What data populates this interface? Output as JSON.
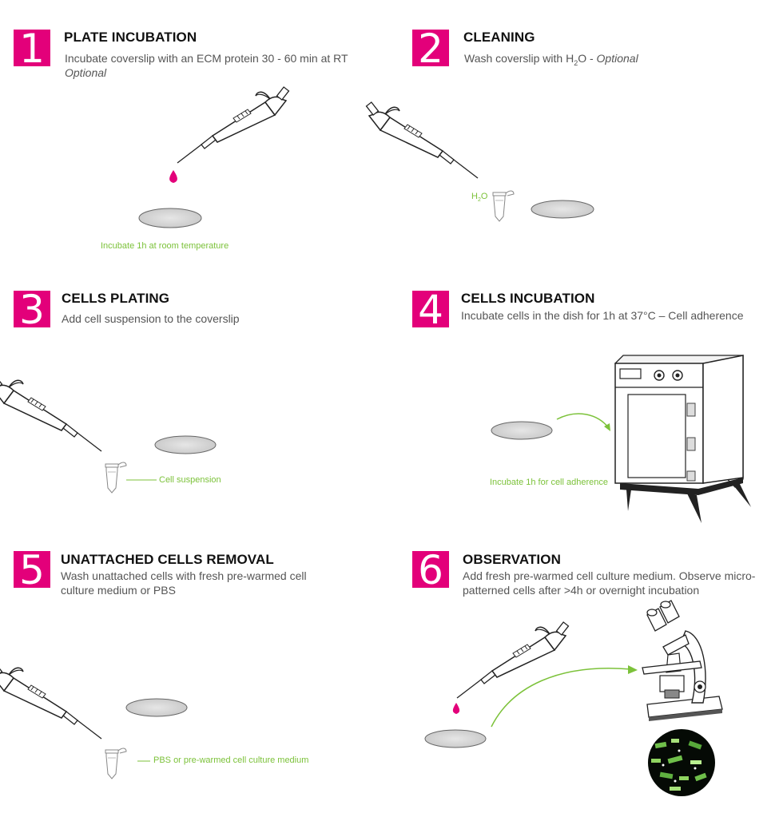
{
  "steps": [
    {
      "number": "1",
      "title": "PLATE INCUBATION",
      "description": "Incubate coverslip with an ECM protein 30 - 60 min at RT",
      "optional": "Optional",
      "note": "Incubate 1h at room temperature"
    },
    {
      "number": "2",
      "title": "CLEANING",
      "description_prefix": "Wash coverslip with H",
      "description_sub": "2",
      "description_suffix": "O - ",
      "optional": "Optional",
      "label_h": "H",
      "label_sub": "2",
      "label_o": "O"
    },
    {
      "number": "3",
      "title": "CELLS PLATING",
      "description": "Add cell suspension to the coverslip",
      "note": "Cell suspension"
    },
    {
      "number": "4",
      "title": "CELLS INCUBATION",
      "description": "Incubate cells in the dish for 1h at 37°C – Cell adherence",
      "note": "Incubate 1h for cell adherence"
    },
    {
      "number": "5",
      "title": "UNATTACHED CELLS REMOVAL",
      "description": "Wash unattached cells with fresh pre-warmed cell culture medium or PBS",
      "note": "PBS or pre-warmed cell culture medium"
    },
    {
      "number": "6",
      "title": "OBSERVATION",
      "description": "Add fresh pre-warmed cell culture medium. Observe micro-patterned cells after >4h or overnight incubation"
    }
  ],
  "colors": {
    "accent": "#e3007a",
    "note_green": "#7cc23a",
    "title": "#111111",
    "desc": "#555555"
  },
  "icons": [
    "pipette-icon",
    "droplet-icon",
    "coverslip-icon",
    "tube-icon",
    "incubator-icon",
    "arrow-icon",
    "microscope-icon",
    "cells-image-icon"
  ]
}
